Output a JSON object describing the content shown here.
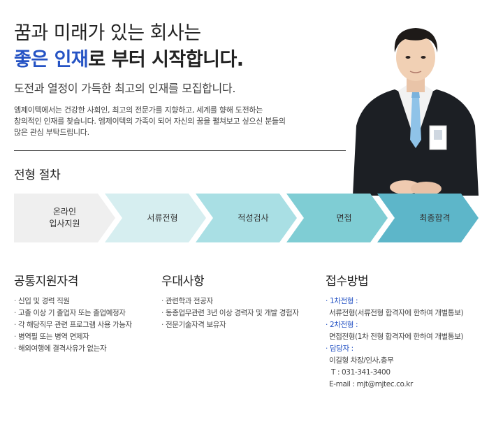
{
  "hero": {
    "line1": "꿈과 미래가 있는 회사는",
    "line2_accent": "좋은 인재",
    "line2_rest": "로 부터 시작합니다.",
    "subhead": "도전과 열정이 가득한 최고의 인재를 모집합니다.",
    "desc_line1": "엠제이텍에서는 건강한 사회인, 최고의 전문가를 지향하고, 세계를 향해 도전하는",
    "desc_line2": "창의적인 인재를 찾습니다. 엠제이텍의 가족이 되어 자신의 꿈을 펼쳐보고 싶으신 분들의",
    "desc_line3": "많은 관심 부탁드립니다."
  },
  "process": {
    "title": "전형 절차",
    "steps": [
      {
        "line1": "온라인",
        "line2": "입사지원",
        "color": "#efefef"
      },
      {
        "line1": "서류전형",
        "line2": "",
        "color": "#d6eef0"
      },
      {
        "line1": "적성검사",
        "line2": "",
        "color": "#a9dfe4"
      },
      {
        "line1": "면접",
        "line2": "",
        "color": "#7fcdd4"
      },
      {
        "line1": "최종합격",
        "line2": "",
        "color": "#5db6c9"
      }
    ]
  },
  "qualifications": {
    "title": "공통지원자격",
    "items": [
      "신입 및 경력 직원",
      "고졸 이상 기 졸업자 또는 졸업예정자",
      "각 해당직무 관련 프로그램 사용 가능자",
      "병역필 또는 병역 면제자",
      "해외여행에 결격사유가 없는자"
    ]
  },
  "preferences": {
    "title": "우대사항",
    "items": [
      "관련학과 전공자",
      "동종업무관련 3년 이상 경력자 및 개발 경험자",
      "전문기술자격 보유자"
    ]
  },
  "application": {
    "title": "접수방법",
    "first_label": "1차전형 :",
    "first_value": "서류전형(서류전형 합격자에 한하여 개별통보)",
    "second_label": "2차전형 :",
    "second_value": "면접전형(1차 전형 합격자에 한하여 개별통보)",
    "contact_label": "담당자 :",
    "contact_name": "이길형 차장/인사,총무",
    "contact_tel": "T : 031-341-3400",
    "contact_email": "E-mail : mjt@mjtec.co.kr"
  },
  "colors": {
    "accent": "#2553c4"
  }
}
